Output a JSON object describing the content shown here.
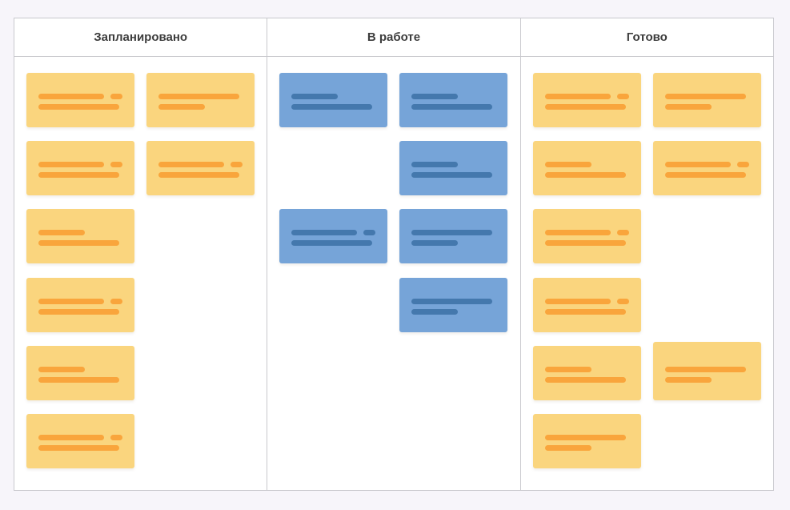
{
  "page": {
    "background_color": "#F7F5FA"
  },
  "board": {
    "background_color": "#FFFFFF",
    "border_color": "#C8C8CD",
    "header_text_color": "#3D3D3D",
    "columns": [
      {
        "title": "Запланировано",
        "card_color": "#FAD57E",
        "line_color": "#F9A53C",
        "cards": [
          {
            "row": 0,
            "slot": 0,
            "lines": [
              [
                "medium",
                "small"
              ],
              [
                "long"
              ]
            ]
          },
          {
            "row": 0,
            "slot": 1,
            "lines": [
              [
                "long"
              ],
              [
                "medium"
              ]
            ]
          },
          {
            "row": 1,
            "slot": 0,
            "lines": [
              [
                "medium",
                "small"
              ],
              [
                "long"
              ]
            ]
          },
          {
            "row": 1,
            "slot": 1,
            "lines": [
              [
                "medium",
                "small"
              ],
              [
                "long"
              ]
            ]
          },
          {
            "row": 2,
            "slot": 0,
            "lines": [
              [
                "medium"
              ],
              [
                "long"
              ]
            ]
          },
          {
            "row": 3,
            "slot": 0,
            "lines": [
              [
                "medium",
                "small"
              ],
              [
                "long"
              ]
            ]
          },
          {
            "row": 4,
            "slot": 0,
            "lines": [
              [
                "medium"
              ],
              [
                "long"
              ]
            ]
          },
          {
            "row": 5,
            "slot": 0,
            "lines": [
              [
                "medium",
                "small"
              ],
              [
                "long"
              ]
            ]
          }
        ]
      },
      {
        "title": "В работе",
        "card_color": "#76A4D8",
        "line_color": "#4478AD",
        "cards": [
          {
            "row": 0,
            "slot": 0,
            "lines": [
              [
                "medium"
              ],
              [
                "long"
              ]
            ]
          },
          {
            "row": 0,
            "slot": 1,
            "lines": [
              [
                "medium"
              ],
              [
                "long"
              ]
            ]
          },
          {
            "row": 1,
            "slot": 1,
            "lines": [
              [
                "medium"
              ],
              [
                "long"
              ]
            ]
          },
          {
            "row": 2,
            "slot": 0,
            "lines": [
              [
                "medium",
                "small"
              ],
              [
                "long"
              ]
            ]
          },
          {
            "row": 2,
            "slot": 1,
            "lines": [
              [
                "long"
              ],
              [
                "medium"
              ]
            ]
          },
          {
            "row": 3,
            "slot": 1,
            "lines": [
              [
                "long"
              ],
              [
                "medium"
              ]
            ]
          }
        ]
      },
      {
        "title": "Готово",
        "card_color": "#FAD57E",
        "line_color": "#F9A53C",
        "cards": [
          {
            "row": 0,
            "slot": 0,
            "lines": [
              [
                "medium",
                "small"
              ],
              [
                "long"
              ]
            ]
          },
          {
            "row": 0,
            "slot": 1,
            "lines": [
              [
                "long"
              ],
              [
                "medium"
              ]
            ]
          },
          {
            "row": 1,
            "slot": 0,
            "lines": [
              [
                "medium"
              ],
              [
                "long"
              ]
            ]
          },
          {
            "row": 1,
            "slot": 1,
            "lines": [
              [
                "medium",
                "small"
              ],
              [
                "long"
              ]
            ]
          },
          {
            "row": 2,
            "slot": 0,
            "lines": [
              [
                "medium",
                "small"
              ],
              [
                "long"
              ]
            ]
          },
          {
            "row": 3,
            "slot": 0,
            "lines": [
              [
                "medium",
                "small"
              ],
              [
                "long"
              ]
            ]
          },
          {
            "row": 4,
            "slot": 0,
            "lines": [
              [
                "medium"
              ],
              [
                "long"
              ]
            ]
          },
          {
            "row": 4,
            "slot": 1,
            "lines": [
              [
                "long"
              ],
              [
                "medium"
              ]
            ],
            "raised": true
          },
          {
            "row": 5,
            "slot": 0,
            "lines": [
              [
                "long"
              ],
              [
                "medium"
              ]
            ]
          }
        ]
      }
    ]
  }
}
